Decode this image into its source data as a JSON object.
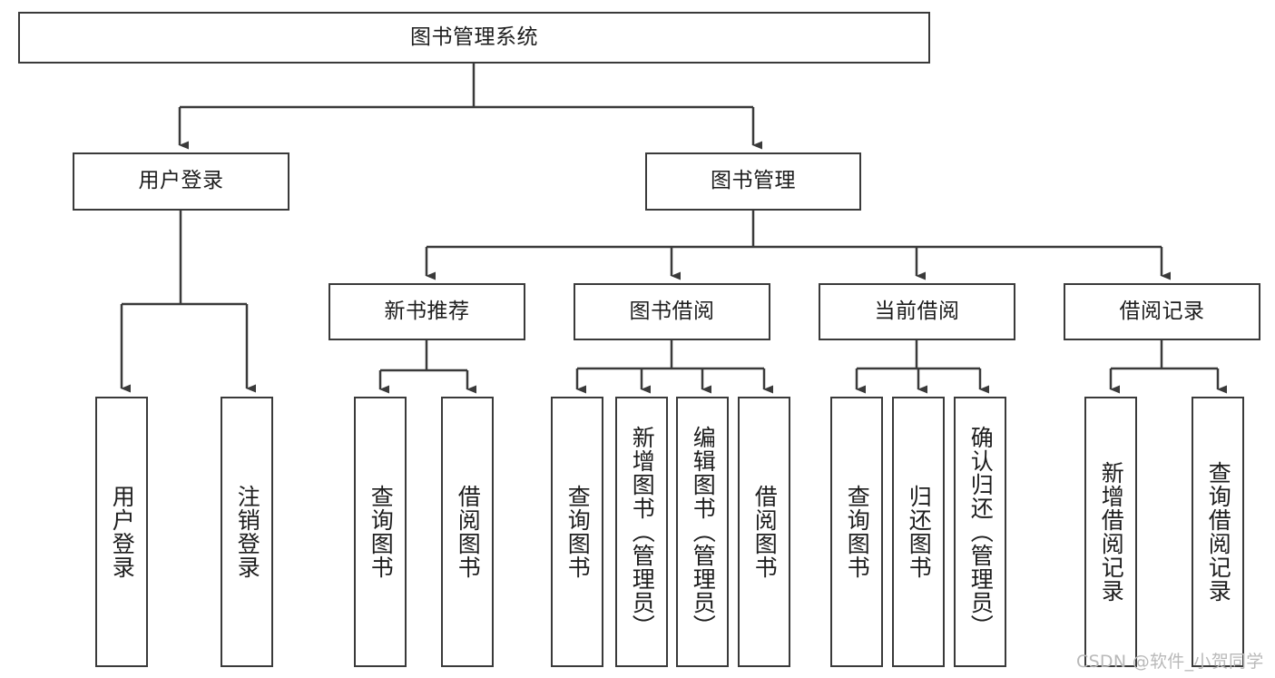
{
  "diagram": {
    "title": "图书管理系统",
    "watermark": "CSDN @软件_小贺同学",
    "line_color": "#3a3a3a",
    "text_color": "#1d1d1d",
    "background": "#ffffff",
    "watermark_color": "#b9b9b9"
  },
  "nodes": {
    "root": {
      "label": "图书管理系统"
    },
    "level2": {
      "user_login": {
        "label": "用户登录"
      },
      "book_manage": {
        "label": "图书管理"
      }
    },
    "level3": {
      "new_book_rec": {
        "label": "新书推荐"
      },
      "book_borrow": {
        "label": "图书借阅"
      },
      "current_borrow": {
        "label": "当前借阅"
      },
      "borrow_record": {
        "label": "借阅记录"
      }
    },
    "leaves": {
      "user_login_1": {
        "label": "用户登录"
      },
      "user_login_2": {
        "label": "注销登录"
      },
      "new_book_rec_1": {
        "label": "查询图书"
      },
      "new_book_rec_2": {
        "label": "借阅图书"
      },
      "book_borrow_1": {
        "label": "查询图书"
      },
      "book_borrow_2": {
        "label": "新增图书（管理员）"
      },
      "book_borrow_3": {
        "label": "编辑图书（管理员）"
      },
      "book_borrow_4": {
        "label": "借阅图书"
      },
      "current_borrow_1": {
        "label": "查询图书"
      },
      "current_borrow_2": {
        "label": "归还图书"
      },
      "current_borrow_3": {
        "label": "确认归还（管理员）"
      },
      "borrow_record_1": {
        "label": "新增借阅记录"
      },
      "borrow_record_2": {
        "label": "查询借阅记录"
      }
    }
  }
}
